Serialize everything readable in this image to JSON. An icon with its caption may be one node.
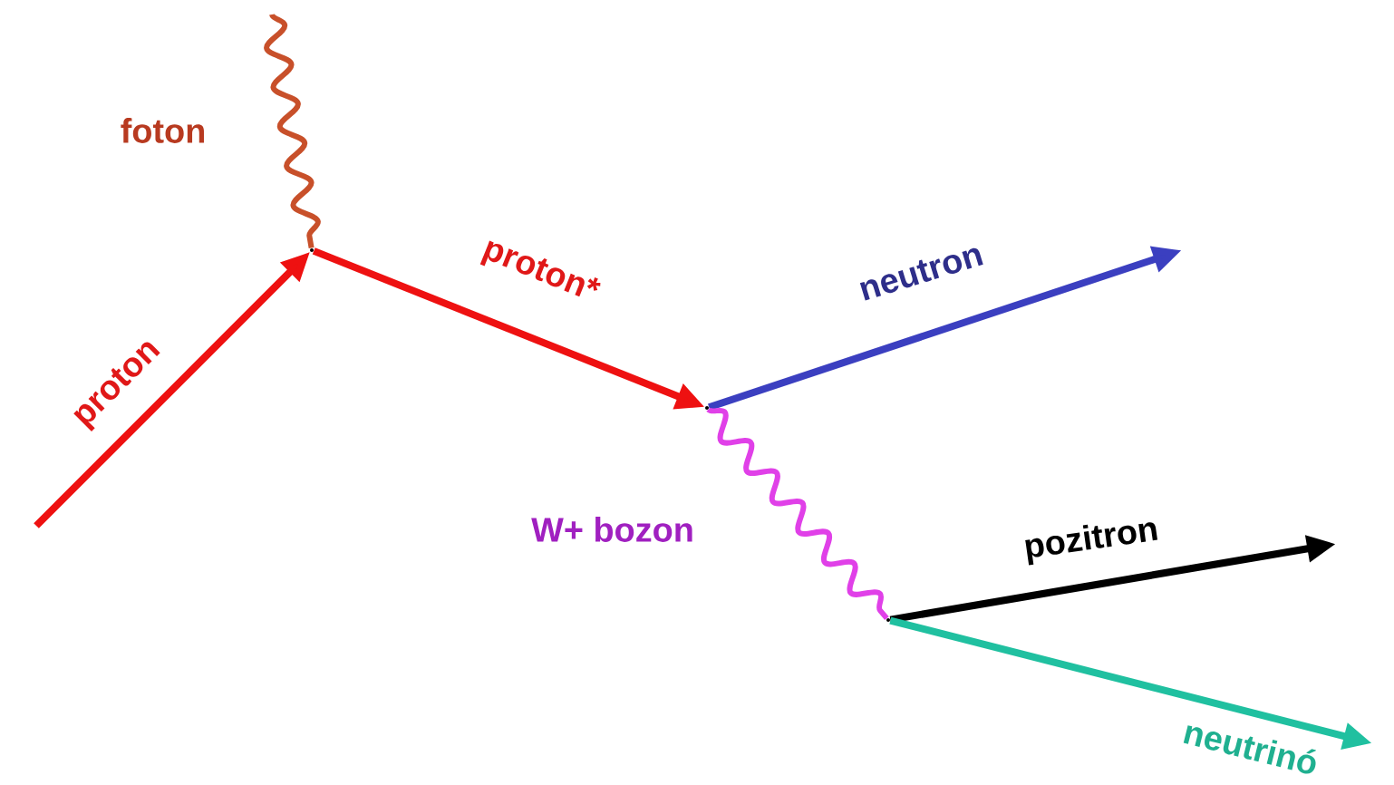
{
  "diagram": {
    "nodes": [
      {
        "text": [],
        "shape": "point"
      },
      {
        "text": [],
        "shape": "point"
      },
      {
        "text": [],
        "shape": "point"
      }
    ],
    "edges": [
      {
        "from": null,
        "to": 0,
        "arrow": "to",
        "label": "proton",
        "color": "#ee1111"
      },
      {
        "from": null,
        "to": 0,
        "arrow": "none",
        "label": "foton",
        "color": "#c8502a"
      },
      {
        "from": 0,
        "to": 1,
        "arrow": "to",
        "label": "proton*",
        "color": "#ee1111"
      },
      {
        "from": 1,
        "to": null,
        "arrow": "to",
        "label": "neutron",
        "color": "#3b3fc0"
      },
      {
        "from": 1,
        "to": 2,
        "arrow": "none",
        "label": "W+ bozon",
        "color": "#e040e8"
      },
      {
        "from": 2,
        "to": null,
        "arrow": "to",
        "label": "pozitron",
        "color": "#000000"
      },
      {
        "from": 2,
        "to": null,
        "arrow": "to",
        "label": "neutrinó",
        "color": "#20c0a0"
      }
    ]
  }
}
